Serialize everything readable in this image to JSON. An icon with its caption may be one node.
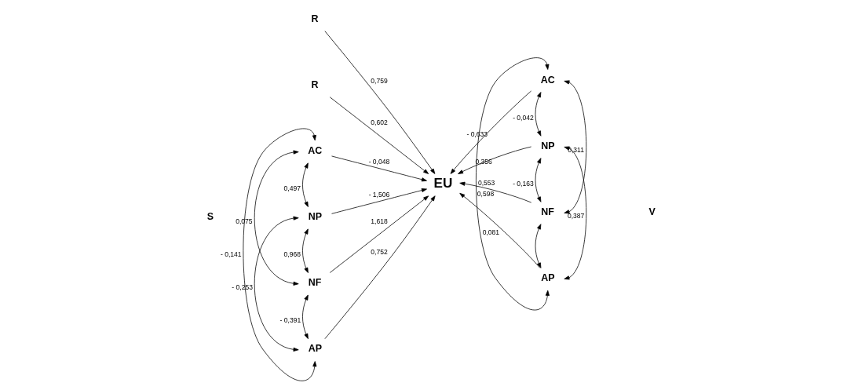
{
  "diagram": {
    "nodes": [
      {
        "text": [
          "R"
        ]
      },
      {
        "text": [
          "R"
        ]
      },
      {
        "text": [
          "AC"
        ]
      },
      {
        "text": [
          "NP"
        ]
      },
      {
        "text": [
          "NF"
        ]
      },
      {
        "text": [
          "AP"
        ]
      },
      {
        "text": [
          "EU"
        ]
      },
      {
        "text": [
          "AC"
        ]
      },
      {
        "text": [
          "NP"
        ]
      },
      {
        "text": [
          "NF"
        ]
      },
      {
        "text": [
          "AP"
        ]
      }
    ],
    "edges": [
      {
        "from": 0,
        "to": 6,
        "arrow": "to",
        "label": "0,759"
      },
      {
        "from": 1,
        "to": 6,
        "arrow": "to",
        "label": "0,602"
      },
      {
        "from": 2,
        "to": 6,
        "arrow": "to",
        "label": "- 0,048"
      },
      {
        "from": 3,
        "to": 6,
        "arrow": "to",
        "label": "- 1,506"
      },
      {
        "from": 4,
        "to": 6,
        "arrow": "to",
        "label": "1,618"
      },
      {
        "from": 5,
        "to": 6,
        "arrow": "to",
        "label": "0,752"
      },
      {
        "from": 7,
        "to": 6,
        "arrow": "to",
        "label": "- 0,633"
      },
      {
        "from": 8,
        "to": 6,
        "arrow": "to",
        "label": "0,356"
      },
      {
        "from": 9,
        "to": 6,
        "arrow": "to",
        "label": "0,598"
      },
      {
        "from": 10,
        "to": 6,
        "arrow": "to",
        "label": "0,081"
      },
      {
        "from": 2,
        "to": 3,
        "arrow": "both",
        "label": "0,497"
      },
      {
        "from": 3,
        "to": 4,
        "arrow": "both",
        "label": "0,968"
      },
      {
        "from": 4,
        "to": 5,
        "arrow": "both",
        "label": "- 0,391"
      },
      {
        "from": 2,
        "to": 4,
        "arrow": "both",
        "label": "0,075"
      },
      {
        "from": 3,
        "to": 5,
        "arrow": "both",
        "label": "- 0,253"
      },
      {
        "from": 2,
        "to": 5,
        "arrow": "both",
        "label": "- 0,141"
      },
      {
        "from": 7,
        "to": 8,
        "arrow": "both",
        "label": "- 0,042"
      },
      {
        "from": 8,
        "to": 9,
        "arrow": "both",
        "label": "- 0,163"
      },
      {
        "from": 9,
        "to": 10,
        "arrow": "both"
      },
      {
        "from": 7,
        "to": 9,
        "arrow": "both",
        "label": "0,311"
      },
      {
        "from": 8,
        "to": 10,
        "arrow": "both",
        "label": "0,387"
      },
      {
        "from": 7,
        "to": 10,
        "arrow": "both",
        "label": "0,553"
      }
    ],
    "labels": [
      "S",
      "V"
    ]
  }
}
